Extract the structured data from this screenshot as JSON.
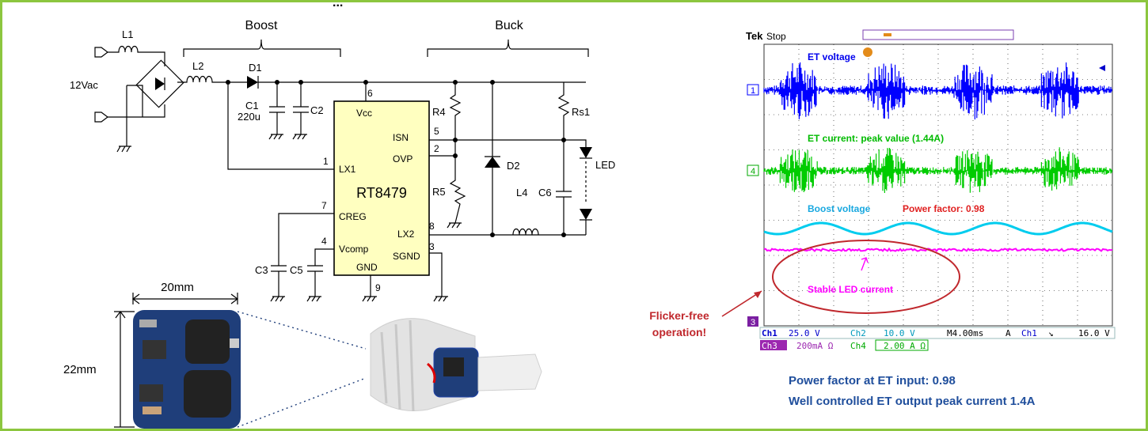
{
  "title_fragment": "...",
  "circuit": {
    "boost": "Boost",
    "buck": "Buck",
    "input": "12Vac",
    "L1": "L1",
    "L2": "L2",
    "D1": "D1",
    "C1": "C1",
    "C1_val": "220u",
    "C2": "C2",
    "ic": "RT8479",
    "pins": {
      "vcc": "Vcc",
      "isn": "ISN",
      "ovp": "OVP",
      "lx1": "LX1",
      "creg": "CREG",
      "vcomp": "Vcomp",
      "gnd": "GND",
      "lx2": "LX2",
      "sgnd": "SGND"
    },
    "pin_numbers": {
      "vcc": "6",
      "isn": "5",
      "ovp": "2",
      "lx1": "1",
      "creg": "7",
      "vcomp": "4",
      "lx2": "8",
      "sgnd": "3",
      "gnd": "9"
    },
    "R4": "R4",
    "R5": "R5",
    "D2": "D2",
    "L4": "L4",
    "C6": "C6",
    "Rs1": "Rs1",
    "LED": "LED",
    "C3": "C3",
    "C5": "C5"
  },
  "board": {
    "width": "20mm",
    "height": "22mm"
  },
  "scope": {
    "brand": "Tek",
    "status": "Stop",
    "trace_labels": {
      "et_voltage": "ET voltage",
      "et_current": "ET current: peak value (1.44A)",
      "boost_voltage": "Boost voltage",
      "power_factor": "Power factor: 0.98",
      "led_current": "Stable LED current"
    },
    "channel_markers": [
      "1",
      "4",
      "3"
    ],
    "readout": {
      "ch1": "Ch1",
      "ch1_val": "25.0 V",
      "ch2": "Ch2",
      "ch2_val": "10.0 V",
      "time": "M4.00ms",
      "trig": "A",
      "trig_ch": "Ch1",
      "trig_sym": "↘",
      "trig_val": "16.0 V",
      "ch3": "Ch3",
      "ch3_val": "200mA Ω",
      "ch4": "Ch4",
      "ch4_val": "2.00 A Ω"
    },
    "colors": {
      "ch1": "#0000ff",
      "ch4": "#00cc00",
      "ch2": "#00ccee",
      "ch3": "#ff00ff",
      "grid": "#000000"
    }
  },
  "callout": {
    "line1": "Flicker-free",
    "line2": "operation!"
  },
  "notes": [
    "Power factor at ET input: 0.98",
    "Well controlled ET output peak current 1.4A"
  ]
}
